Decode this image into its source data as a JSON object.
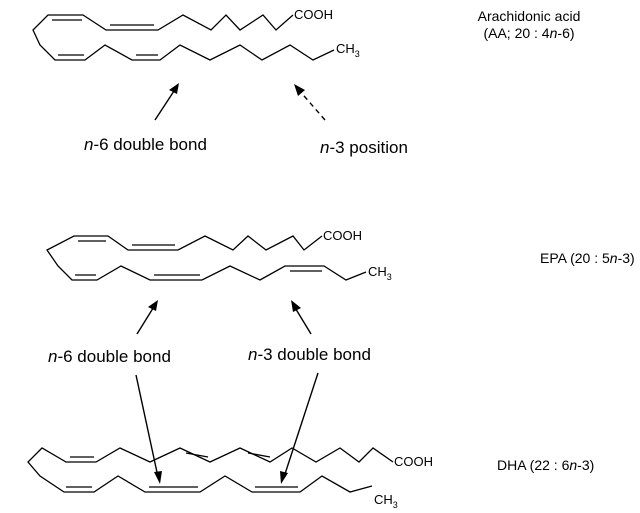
{
  "molecules": [
    {
      "name_line1": "Arachidonic acid",
      "name_line2_pre": "(AA; 20 : 4",
      "name_line2_italic": "n",
      "name_line2_post": "-6)",
      "acid_group": "COOH",
      "methyl_C": "CH",
      "methyl_sub": "3"
    },
    {
      "name_pre": "EPA (20 : 5",
      "name_italic": "n",
      "name_post": "-3)",
      "acid_group": "COOH",
      "methyl_C": "CH",
      "methyl_sub": "3"
    },
    {
      "name_pre": "DHA (22 : 6",
      "name_italic": "n",
      "name_post": "-3)",
      "acid_group": "COOH",
      "methyl_C": "CH",
      "methyl_sub": "3"
    }
  ],
  "labels": {
    "aa_n6_italic": "n",
    "aa_n6_text": "-6 double bond",
    "aa_n3_italic": "n",
    "aa_n3_text": "-3 position",
    "epa_n6_italic": "n",
    "epa_n6_text": "-6 double bond",
    "epa_n3_italic": "n",
    "epa_n3_text": "-3 double bond"
  }
}
